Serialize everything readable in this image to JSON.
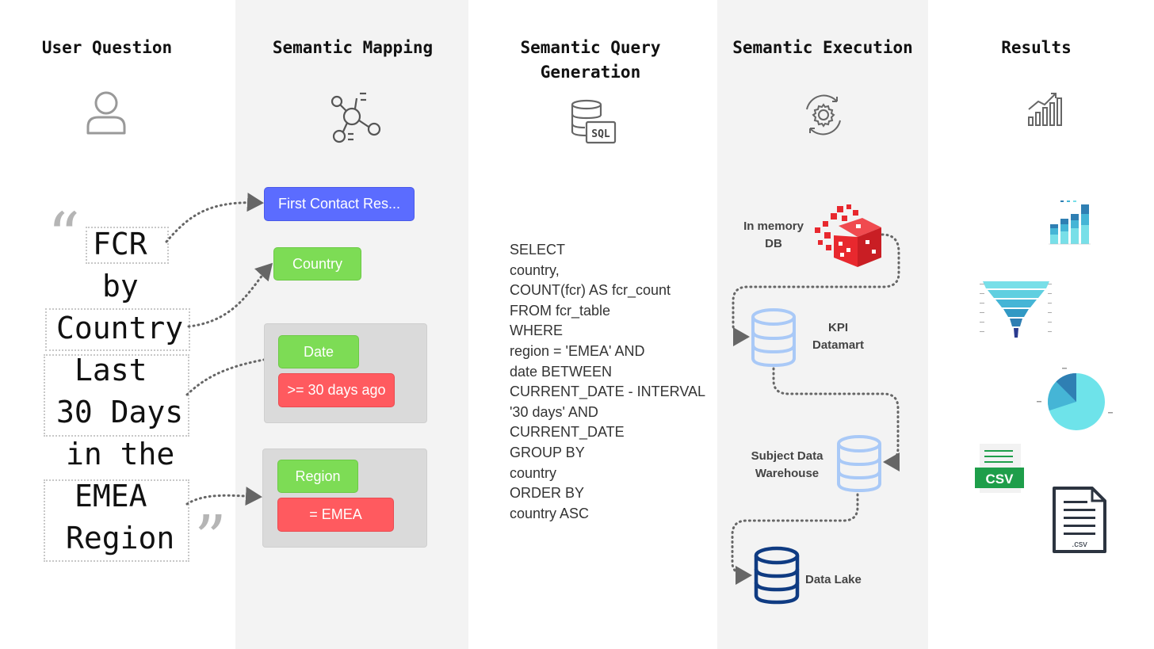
{
  "columns": [
    {
      "title": "User Question",
      "icon": "user-icon"
    },
    {
      "title": "Semantic Mapping",
      "icon": "network-nodes-icon"
    },
    {
      "title_line1": "Semantic Query",
      "title_line2": "Generation",
      "icon": "sql-database-icon"
    },
    {
      "title": "Semantic Execution",
      "icon": "gear-cycle-icon"
    },
    {
      "title": "Results",
      "icon": "growth-bar-chart-icon"
    }
  ],
  "question": {
    "open_quote": "“",
    "close_quote": "”",
    "words": [
      "FCR",
      "by",
      "Country",
      "Last",
      "30 Days",
      "in the",
      "EMEA",
      "Region"
    ]
  },
  "mapping": {
    "fcr": "First Contact Res...",
    "country": "Country",
    "date": "Date",
    "date_filter": ">= 30 days ago",
    "region": "Region",
    "region_filter": "= EMEA"
  },
  "sql": {
    "text": "SELECT\ncountry,\nCOUNT(fcr) AS fcr_count\nFROM fcr_table\nWHERE\nregion = 'EMEA' AND\ndate BETWEEN\nCURRENT_DATE - INTERVAL\n'30 days' AND\nCURRENT_DATE\nGROUP BY\ncountry\nORDER BY\ncountry ASC"
  },
  "execution": {
    "in_memory_line1": "In memory",
    "in_memory_line2": "DB",
    "kpi_line1": "KPI",
    "kpi_line2": "Datamart",
    "sdw_line1": "Subject Data",
    "sdw_line2": "Warehouse",
    "lake": "Data Lake"
  },
  "results": {
    "csv_badge": "CSV",
    "csv_file_ext": ".csv",
    "thumbnails": [
      "stacked-bar-chart-icon",
      "funnel-chart-icon",
      "pie-chart-icon",
      "csv-file-icon",
      "document-file-icon"
    ]
  },
  "colors": {
    "band": "#f3f3f3",
    "chip_blue": "#5b6cff",
    "chip_green": "#7ddc55",
    "chip_red": "#ff5a5f",
    "group_bg": "#dadada",
    "in_memory_red": "#e8282e",
    "db_light_blue": "#a9c9f7",
    "db_dark_blue": "#0f3b82",
    "csv_green": "#1e9e4a"
  }
}
